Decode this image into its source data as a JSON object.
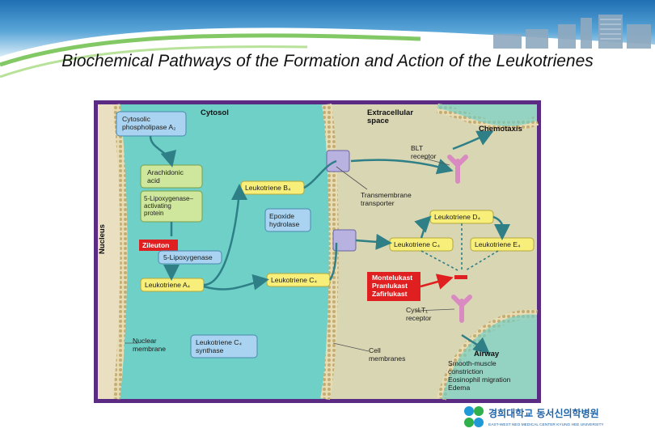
{
  "title": "Biochemical Pathways of the Formation and Action of the Leukotrienes",
  "colors": {
    "frame": "#5b2a83",
    "cytosol": "#6fd0c8",
    "extracellular": "#d9d6b4",
    "membrane": "#c9b98a",
    "enzyme_box": "#a9d3f0",
    "leukotriene_box": "#f7ef7a",
    "intermediate_box": "#cfe79d",
    "inhibitor": "#e02020",
    "receptor": "#d98ac0",
    "transporter": "#b7b2e0"
  },
  "diagram": {
    "regions": {
      "cytosol": "Cytosol",
      "extracellular": "Extracellular\nspace",
      "nucleus": "Nucleus"
    },
    "boxes": {
      "cpla2": "Cytosolic\nphospholipase A₂",
      "arachidonic": "Arachidonic\nacid",
      "flap": "5-Lipoxygenase–\nactivating\nprotein",
      "zileuton": "Zileuton",
      "lox5": "5-Lipoxygenase",
      "lta4": "Leukotriene A₄",
      "ltb4": "Leukotriene B₄",
      "epoxide": "Epoxide\nhydrolase",
      "ltc4_cyt": "Leukotriene C₄",
      "ltc4_synthase": "Leukotriene C₄\nsynthase",
      "ltd4": "Leukotriene D₄",
      "ltc4_ext": "Leukotriene C₄",
      "lte4": "Leukotriene E₄",
      "antagonists": "Montelukast\nPranlukast\nZafirlukast"
    },
    "labels": {
      "blt_receptor": "BLT\nreceptor",
      "transporter": "Transmembrane\ntransporter",
      "chemotaxis": "Chemotaxis",
      "cyslt_receptor": "CysLT₁\nreceptor",
      "nuclear_membrane": "Nuclear\nmembrane",
      "cell_membranes": "Cell\nmembranes",
      "airway_title": "Airway",
      "airway_effects": "Smooth-muscle\nconstriction\nEosinophil migration\nEdema"
    }
  },
  "logo": {
    "line1": "경희대학교 동서신의학병원",
    "line2": "EAST-WEST NEO MEDICAL CENTER KYUNG HEE UNIVERSITY"
  }
}
